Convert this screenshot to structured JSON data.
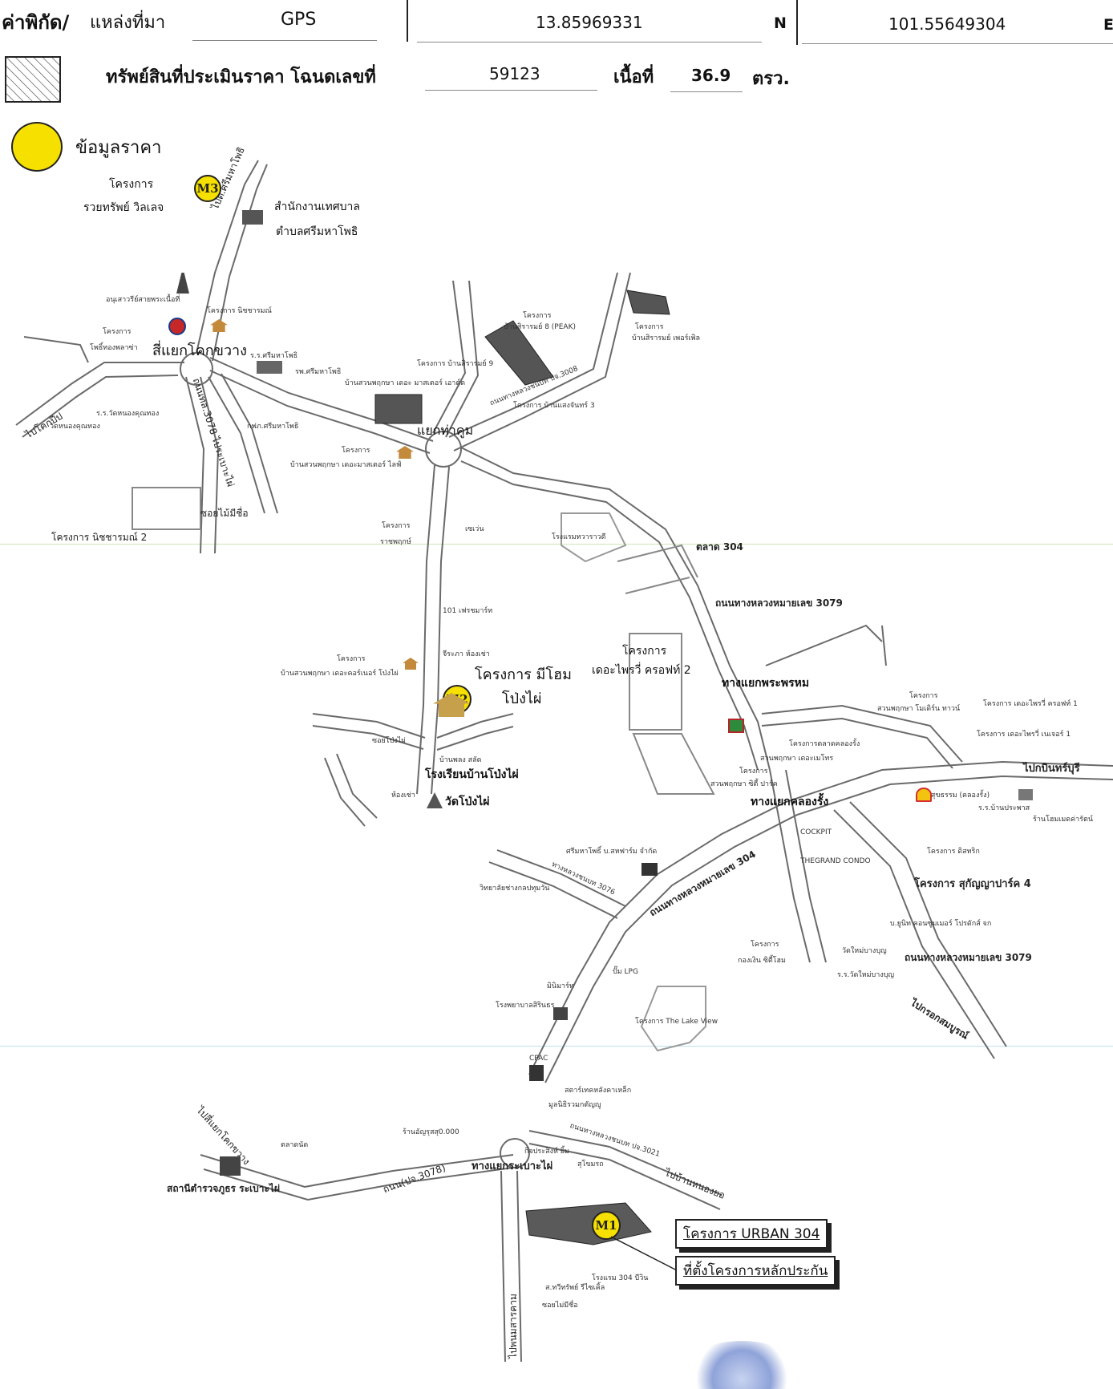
{
  "header": {
    "coord_label": "ค่าพิกัด/",
    "source_label": "แหล่งที่มา",
    "source_value": "GPS",
    "lat_value": "13.85969331",
    "lat_dir": "N",
    "lon_value": "101.55649304",
    "lon_dir": "E",
    "asset_label": "ทรัพย์สินที่ประเมินราคา โฉนดเลขที่",
    "deed_no": "59123",
    "area_label": "เนื้อที่",
    "area_value": "36.9",
    "area_unit": "ตรว."
  },
  "legend": {
    "price_data_label": "ข้อมูลราคา"
  },
  "markers": {
    "m1": "M1",
    "m2": "M2",
    "m3": "M3"
  },
  "labels": {
    "m3_proj_1": "โครงการ",
    "m3_proj_2": "รวยทรัพย์ วิลเลจ",
    "office_1": "สำนักงานเทศบาล",
    "office_2": "ตำบลศรีมหาโพธิ",
    "road_srimaha": "ไปต.ศรีมหาโพธิ",
    "monument": "อนุเสาวรีย์สายพระเนื้อที่",
    "nichcharam": "โครงการ นิชชารมณ์",
    "proj_pho_1": "โครงการ",
    "proj_pho_2": "โพธิ์ทองพลาซ่า",
    "four_way": "สี่แยกโคกขวาง",
    "school_srimaha": "ร.ร.ศรีมหาโพธิ",
    "hospital": "รพ.ศรีมหาโพธิ",
    "temple_khokthong": "ร.ร.วัดหนองคุณทอง",
    "temple_2": "วัดหนองคุณทอง",
    "to_khok": "ไปโคกปีป",
    "kfc": "กฟภ.ศรีมหาโพธิ",
    "road_3078_a": "ถนนทล.3078 ไประเบาะไผ่",
    "soi_maisi": "ซอยไม้มีชื่อ",
    "nich2": "โครงการ นิชชารมณ์ 2",
    "peak_1": "โครงการ",
    "peak_2": "บ้านสิรารมย์ 8 (PEAK)",
    "pearl_1": "โครงการ",
    "pearl_2": "บ้านสิรารมย์ เพอร์เพิล",
    "siram_proj": "โครงการ บ้านสิรารมย์ 9",
    "suanpk_master": "บ้านสวนพฤกษา เดอะ มาสเตอร์ เอาต์ด",
    "road_3008": "ถนนทางหลวงชนบท ปจ.3008",
    "ban_1": "โครงการ บ้านแสงจันทร์ 3",
    "yaek_thakhum": "แยกท่าคูม",
    "suanpk_life_1": "โครงการ",
    "suanpk_life_2": "บ้านสวนพฤกษา เดอะมาสเตอร์ ไลฟ์",
    "ratchaphruek_1": "โครงการ",
    "ratchaphruek_2": "ราชพฤกษ์",
    "seven": "เซเว่น",
    "resort": "โรงแรมทวาราวดี",
    "talad304": "ตลาด 304",
    "road_3079_top": "ถนนทางหลวงหมายเลข 3079",
    "house101": "101 เฟรชมาร์ท",
    "jiraphaa": "จีระภา ห้องเช่า",
    "suanpk_corner_1": "โครงการ",
    "suanpk_corner_2": "บ้านสวนพฤกษา เดอะคอร์เนอร์ โป่งไผ่",
    "mihome_1": "โครงการ มีโฮม",
    "mihome_2": "โป่งไผ่",
    "school_pongphai": "โรงเรียนบ้านโป่งไผ่",
    "wat_pongphai": "วัดโป่งไผ่",
    "soi_pong": "ซอยโป่งไผ่",
    "room_rent": "ห้องเช่า",
    "lotus": "บ้านพลง สลัด",
    "the_fairy_1": "โครงการ",
    "the_fairy_2": "เดอะไพรวี่ ครอฟท์ 2",
    "phraphrom": "ทางแยกพระพรหม",
    "suanpk_modern_1": "โครงการ",
    "suanpk_modern_2": "สวนพฤกษา โมเดิร์น ทาวน์",
    "fairy_croft1": "โครงการ เดอะไพรวี่ ครอฟท์ 1",
    "fairy_nature": "โครงการ เดอะไพรวี่ เนเจอร์ 1",
    "market_khlong": "โครงการตลาดคลองรั้ง",
    "suanpk_metro": "สวนพฤกษา เดอะเมโทร",
    "suanpk_city_1": "โครงการ",
    "suanpk_city_2": "สวนพฤกษา ซิตี้ ปาร์ค",
    "to_prachin": "ไปกบินทร์บุรี",
    "yaek_khlong": "ทางแยกคลองรั้ง",
    "wat_sap": "วัดสุขธรรม (คลองรั้ง)",
    "school_banprachan": "ร.ร.บ้านประพาส",
    "home_store": "ร้านโฮมเมดค่ารัตน์",
    "cockpit": "COCKPIT",
    "grand_condo": "THEGRAND CONDO",
    "dit_1": "โครงการ ดิสทริก",
    "sukanya": "โครงการ สุกัญญาปาร์ค 4",
    "unit_store": "บ.ยูนิท คอนซูมเมอร์ โปรดักส์ จก",
    "road_304": "ถนนทางหลวงหมายเลข 304",
    "road_3076": "ทางหลวงชนบท 3076",
    "road_3079_mid": "ถนนทางหลวงหมายเลข 3079",
    "srimaha_co": "ศรีมหาโพธิ์ บ.สหฟาร์ม จำกัด",
    "college": "วิทยาลัยช่างกลปทุมวัน",
    "kongngern_1": "โครงการ",
    "kongngern_2": "กองเงิน ซิตี้โฮม",
    "wat_mai": "วัดใหม่บางบุญ",
    "school_watmai": "ร.ร.วัดใหม่บางบุญ",
    "lpg": "ปั๊ม LPG",
    "to_rok": "ไปกรอกสมบูรณ์",
    "mininaritr": "มินิมาร์ท",
    "hospital_2": "โรงพยาบาลสิรินธร",
    "lake_view": "โครงการ The Lake View",
    "cpac": "CPAC",
    "star_steel": "สตาร์เทคหลังคาเหล็ก",
    "foundation": "มูลนิธิรวมกตัญญู",
    "road_3021": "ถนนทางหลวงชนบท ปจ.3021",
    "to_nongyo": "ไปบ้านหนองยอ",
    "to_khokkwang": "ไปสี่แยกโคกขวาง",
    "market_nat": "ตลาดนัด",
    "police": "สถานีตำรวจภูธร ระเบาะไผ่",
    "shop_sup": "ร้านอัญรุสสุ0.000",
    "road_3078_b": "ถนน(ปจ.3078)",
    "kit_pra": "กิจประสิงห์ ยิ้ม",
    "yaek_rabao": "ทางแยกระเบาะไผ่",
    "sutho": "สุโขมรถ",
    "road_phanom": "ไปพนมสารคาม",
    "hotel304": "โรงแรม 304 บีวิน",
    "sathaporn": "ส.ทวีทรัพย์ รีไซเคิ้ล",
    "soi_maisi2": "ซอยไม่มีชื่อ",
    "urban304": "โครงการ URBAN 304",
    "collateral": "ที่ตั้งโครงการหลักประกัน"
  },
  "colors": {
    "marker_yellow": "#f5e000",
    "road_line": "#6a6a6a",
    "guide_green": "#cfe2b8",
    "guide_blue": "#bfe0ee"
  }
}
